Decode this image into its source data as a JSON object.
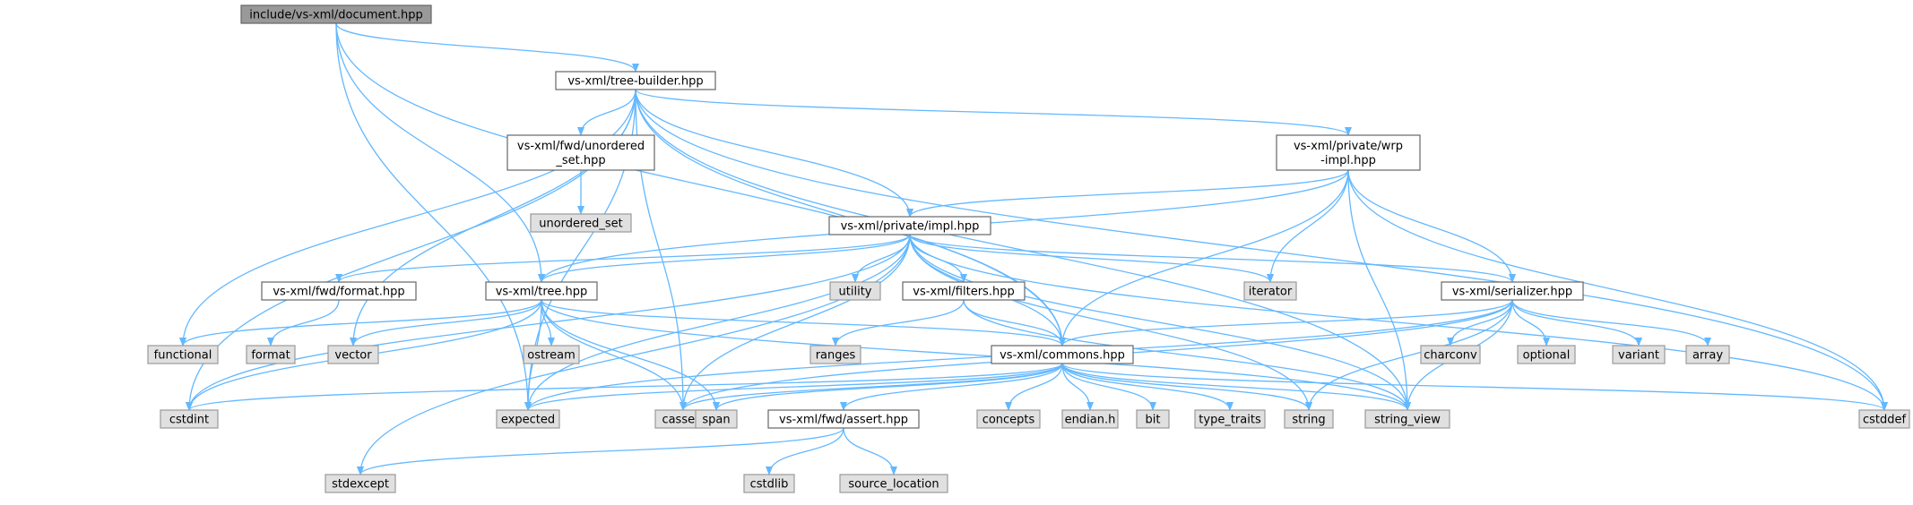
{
  "diagram": {
    "colors": {
      "edge": "#63b8ff",
      "root_fill": "#999999",
      "project_fill": "#ffffff",
      "project_stroke": "#666666",
      "system_fill": "#e0e0e0",
      "system_stroke": "#999999"
    },
    "nodes": [
      {
        "id": "document",
        "lines": [
          "include/vs-xml/document.hpp"
        ],
        "kind": "root"
      },
      {
        "id": "tree_builder",
        "lines": [
          "vs-xml/tree-builder.hpp"
        ],
        "kind": "project"
      },
      {
        "id": "fwd_unordered",
        "lines": [
          "vs-xml/fwd/unordered",
          "_set.hpp"
        ],
        "kind": "project"
      },
      {
        "id": "wrp_impl",
        "lines": [
          "vs-xml/private/wrp",
          "-impl.hpp"
        ],
        "kind": "project"
      },
      {
        "id": "unordered_set",
        "lines": [
          "unordered_set"
        ],
        "kind": "system"
      },
      {
        "id": "impl",
        "lines": [
          "vs-xml/private/impl.hpp"
        ],
        "kind": "project"
      },
      {
        "id": "fwd_format",
        "lines": [
          "vs-xml/fwd/format.hpp"
        ],
        "kind": "project"
      },
      {
        "id": "tree",
        "lines": [
          "vs-xml/tree.hpp"
        ],
        "kind": "project"
      },
      {
        "id": "utility",
        "lines": [
          "utility"
        ],
        "kind": "system"
      },
      {
        "id": "filters",
        "lines": [
          "vs-xml/filters.hpp"
        ],
        "kind": "project"
      },
      {
        "id": "iterator",
        "lines": [
          "iterator"
        ],
        "kind": "system"
      },
      {
        "id": "serializer",
        "lines": [
          "vs-xml/serializer.hpp"
        ],
        "kind": "project"
      },
      {
        "id": "functional",
        "lines": [
          "functional"
        ],
        "kind": "system"
      },
      {
        "id": "format",
        "lines": [
          "format"
        ],
        "kind": "system"
      },
      {
        "id": "vector",
        "lines": [
          "vector"
        ],
        "kind": "system"
      },
      {
        "id": "ostream",
        "lines": [
          "ostream"
        ],
        "kind": "system"
      },
      {
        "id": "ranges",
        "lines": [
          "ranges"
        ],
        "kind": "system"
      },
      {
        "id": "commons",
        "lines": [
          "vs-xml/commons.hpp"
        ],
        "kind": "project"
      },
      {
        "id": "charconv",
        "lines": [
          "charconv"
        ],
        "kind": "system"
      },
      {
        "id": "optional",
        "lines": [
          "optional"
        ],
        "kind": "system"
      },
      {
        "id": "variant",
        "lines": [
          "variant"
        ],
        "kind": "system"
      },
      {
        "id": "array",
        "lines": [
          "array"
        ],
        "kind": "system"
      },
      {
        "id": "cstdint",
        "lines": [
          "cstdint"
        ],
        "kind": "system"
      },
      {
        "id": "expected",
        "lines": [
          "expected"
        ],
        "kind": "system"
      },
      {
        "id": "cassert",
        "lines": [
          "cassert"
        ],
        "kind": "system"
      },
      {
        "id": "span",
        "lines": [
          "span"
        ],
        "kind": "system"
      },
      {
        "id": "fwd_assert",
        "lines": [
          "vs-xml/fwd/assert.hpp"
        ],
        "kind": "project"
      },
      {
        "id": "concepts",
        "lines": [
          "concepts"
        ],
        "kind": "system"
      },
      {
        "id": "endian",
        "lines": [
          "endian.h"
        ],
        "kind": "system"
      },
      {
        "id": "bit",
        "lines": [
          "bit"
        ],
        "kind": "system"
      },
      {
        "id": "type_traits",
        "lines": [
          "type_traits"
        ],
        "kind": "system"
      },
      {
        "id": "string",
        "lines": [
          "string"
        ],
        "kind": "system"
      },
      {
        "id": "string_view",
        "lines": [
          "string_view"
        ],
        "kind": "system"
      },
      {
        "id": "cstddef",
        "lines": [
          "cstddef"
        ],
        "kind": "system"
      },
      {
        "id": "stdexcept",
        "lines": [
          "stdexcept"
        ],
        "kind": "system"
      },
      {
        "id": "cstdlib",
        "lines": [
          "cstdlib"
        ],
        "kind": "system"
      },
      {
        "id": "source_location",
        "lines": [
          "source_location"
        ],
        "kind": "system"
      }
    ],
    "edges": [
      [
        "document",
        "tree_builder"
      ],
      [
        "document",
        "tree"
      ],
      [
        "document",
        "commons"
      ],
      [
        "document",
        "expected"
      ],
      [
        "tree_builder",
        "fwd_unordered"
      ],
      [
        "tree_builder",
        "wrp_impl"
      ],
      [
        "tree_builder",
        "impl"
      ],
      [
        "tree_builder",
        "commons"
      ],
      [
        "tree_builder",
        "functional"
      ],
      [
        "tree_builder",
        "vector"
      ],
      [
        "tree_builder",
        "cstdint"
      ],
      [
        "tree_builder",
        "expected"
      ],
      [
        "tree_builder",
        "cassert"
      ],
      [
        "tree_builder",
        "string_view"
      ],
      [
        "tree_builder",
        "cstddef"
      ],
      [
        "fwd_unordered",
        "unordered_set"
      ],
      [
        "wrp_impl",
        "impl"
      ],
      [
        "wrp_impl",
        "tree"
      ],
      [
        "wrp_impl",
        "serializer"
      ],
      [
        "wrp_impl",
        "commons"
      ],
      [
        "wrp_impl",
        "iterator"
      ],
      [
        "wrp_impl",
        "string_view"
      ],
      [
        "wrp_impl",
        "cstddef"
      ],
      [
        "impl",
        "fwd_format"
      ],
      [
        "impl",
        "tree"
      ],
      [
        "impl",
        "utility"
      ],
      [
        "impl",
        "filters"
      ],
      [
        "impl",
        "iterator"
      ],
      [
        "impl",
        "serializer"
      ],
      [
        "impl",
        "commons"
      ],
      [
        "impl",
        "cstdint"
      ],
      [
        "impl",
        "expected"
      ],
      [
        "impl",
        "cassert"
      ],
      [
        "impl",
        "stdexcept"
      ],
      [
        "impl",
        "string"
      ],
      [
        "impl",
        "string_view"
      ],
      [
        "impl",
        "cstddef"
      ],
      [
        "fwd_format",
        "format"
      ],
      [
        "tree",
        "functional"
      ],
      [
        "tree",
        "vector"
      ],
      [
        "tree",
        "ostream"
      ],
      [
        "tree",
        "commons"
      ],
      [
        "tree",
        "cstdint"
      ],
      [
        "tree",
        "expected"
      ],
      [
        "tree",
        "cassert"
      ],
      [
        "tree",
        "span"
      ],
      [
        "tree",
        "string_view"
      ],
      [
        "filters",
        "ranges"
      ],
      [
        "filters",
        "commons"
      ],
      [
        "filters",
        "string_view"
      ],
      [
        "serializer",
        "commons"
      ],
      [
        "serializer",
        "charconv"
      ],
      [
        "serializer",
        "optional"
      ],
      [
        "serializer",
        "variant"
      ],
      [
        "serializer",
        "array"
      ],
      [
        "serializer",
        "expected"
      ],
      [
        "serializer",
        "cassert"
      ],
      [
        "serializer",
        "string"
      ],
      [
        "serializer",
        "string_view"
      ],
      [
        "commons",
        "fwd_assert"
      ],
      [
        "commons",
        "concepts"
      ],
      [
        "commons",
        "endian"
      ],
      [
        "commons",
        "bit"
      ],
      [
        "commons",
        "type_traits"
      ],
      [
        "commons",
        "string"
      ],
      [
        "commons",
        "string_view"
      ],
      [
        "commons",
        "cstdint"
      ],
      [
        "commons",
        "expected"
      ],
      [
        "commons",
        "cassert"
      ],
      [
        "commons",
        "span"
      ],
      [
        "commons",
        "cstddef"
      ],
      [
        "fwd_assert",
        "stdexcept"
      ],
      [
        "fwd_assert",
        "cstdlib"
      ],
      [
        "fwd_assert",
        "source_location"
      ]
    ]
  }
}
